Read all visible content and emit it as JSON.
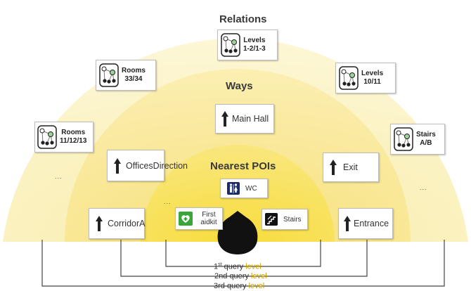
{
  "headings": {
    "relations": "Relations",
    "ways": "Ways",
    "pois": "Nearest POIs"
  },
  "relations": [
    {
      "line1": "Levels",
      "line2": "1-2/1-3"
    },
    {
      "line1": "Rooms",
      "line2": "33/34"
    },
    {
      "line1": "Levels",
      "line2": "10/11"
    },
    {
      "line1": "Rooms",
      "line2": "11/12/13"
    },
    {
      "line1": "Stairs",
      "line2": "A/B"
    }
  ],
  "ways": [
    {
      "line1": "Main Hall",
      "line2": ""
    },
    {
      "line1": "Offices",
      "line2": "Direction"
    },
    {
      "line1": "Exit",
      "line2": ""
    },
    {
      "line1": "Corridor",
      "line2": "A"
    },
    {
      "line1": "Entrance",
      "line2": ""
    }
  ],
  "pois": [
    {
      "line1": "WC",
      "line2": "",
      "icon": "wc-icon"
    },
    {
      "line1": "First aid",
      "line2": "kit",
      "icon": "first-aid-icon"
    },
    {
      "line1": "Stairs",
      "line2": "",
      "icon": "stairs-icon"
    }
  ],
  "ellipsis": "...",
  "legend": [
    {
      "ordinal": "1",
      "suffix": "st",
      "a": "query",
      "b": "level"
    },
    {
      "ordinal": "2",
      "suffix": "nd",
      "a": "query",
      "b": "level"
    },
    {
      "ordinal": "3",
      "suffix": "rd",
      "a": "query",
      "b": "level"
    }
  ],
  "colors": {
    "outer": "#fdf6c8",
    "middle": "#fbee9d",
    "inner": "#f8e45c",
    "icon_blue": "#1a2a6c",
    "icon_green": "#3aa63a"
  }
}
